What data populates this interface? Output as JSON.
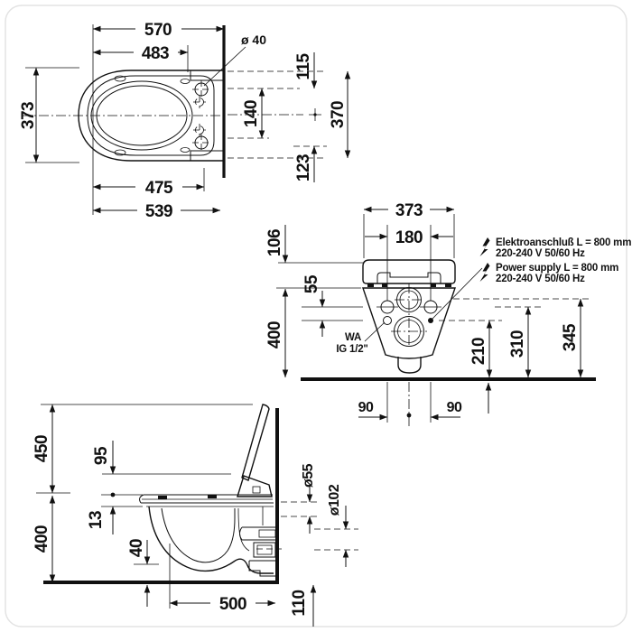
{
  "drawing": {
    "product": "wall-hung-shower-toilet-dimension-drawing",
    "line_color": "#111111",
    "background": "#ffffff"
  },
  "plan": {
    "d570": "570",
    "d483": "483",
    "d_hole": "ø 40",
    "d373": "373",
    "d475": "475",
    "d539": "539",
    "d115": "115",
    "d140": "140",
    "d123": "123",
    "d370": "370"
  },
  "rear": {
    "d373": "373",
    "d180": "180",
    "d106": "106",
    "d400": "400",
    "d55": "55",
    "d210": "210",
    "d310": "310",
    "d345": "345",
    "d90_left": "90",
    "d90_right": "90",
    "wa_line1": "WA",
    "wa_line2": "IG 1/2\"",
    "elektro_line1": "Elektroanschluß L = 800 mm",
    "elektro_line2": "220-240 V  50/60 Hz",
    "power_line1": "Power supply L = 800 mm",
    "power_line2": "220-240 V  50/60 Hz"
  },
  "side": {
    "d450": "450",
    "d95": "95",
    "d13": "13",
    "d400": "400",
    "d40": "40",
    "d500": "500",
    "d110": "110",
    "d55": "ø55",
    "d102": "ø102"
  }
}
